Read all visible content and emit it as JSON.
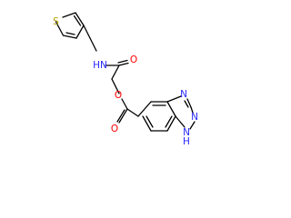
{
  "molecule": {
    "atom_labels": {
      "thiophene_sulfur": "S",
      "amide_nitrogen": "HN",
      "amide_oxygen": "O",
      "ester_oxygen": "O",
      "carbonyl_oxygen": "O",
      "triazole_n_top": "N",
      "triazole_n_mid": "N",
      "triazole_nh": "N",
      "triazole_h": "H"
    },
    "colors": {
      "sulfur": "#b8a000",
      "nitrogen": "#2828ff",
      "oxygen": "#ff0000",
      "carbon": "#000000"
    }
  }
}
